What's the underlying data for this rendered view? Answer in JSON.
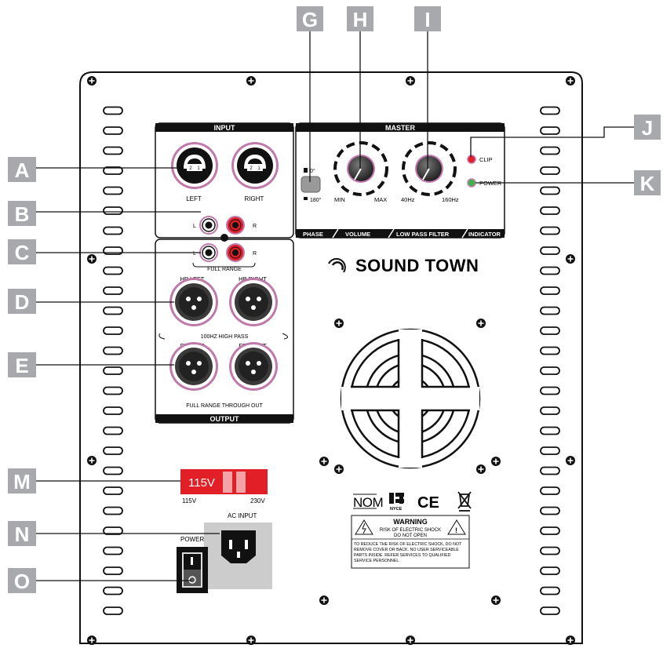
{
  "callouts": {
    "A": "A",
    "B": "B",
    "C": "C",
    "D": "D",
    "E": "E",
    "G": "G",
    "H": "H",
    "I": "I",
    "J": "J",
    "K": "K",
    "M": "M",
    "N": "N",
    "O": "O"
  },
  "input_section": {
    "title": "INPUT",
    "left_label": "LEFT",
    "right_label": "RIGHT",
    "rca_l": "L",
    "rca_r": "R"
  },
  "output_section": {
    "title": "OUTPUT",
    "rca_l": "L",
    "rca_r": "R",
    "full_range": "FULL RANGE",
    "hp_left": "HP LEFT",
    "hp_right": "HP RIGHT",
    "high_pass": "100HZ HIGH PASS",
    "fr_left": "FR LEFT",
    "fr_right": "FR RIGHT",
    "through_out": "FULL RANGE THROUGH OUT"
  },
  "master_section": {
    "title": "MASTER",
    "phase_0": "0°",
    "phase_180": "180°",
    "vol_min": "MIN",
    "vol_max": "MAX",
    "lpf_low": "40Hz",
    "lpf_high": "160Hz",
    "clip": "CLIP",
    "power": "POWER",
    "footer_phase": "PHASE",
    "footer_volume": "VOLUME",
    "footer_lpf": "LOW PASS FILTER",
    "footer_indicator": "INDICATOR"
  },
  "brand": "SOUND TOWN",
  "voltage": {
    "display": "115V",
    "left": "115V",
    "right": "230V"
  },
  "ac_input": "AC INPUT",
  "power_label": "POWER",
  "cert": {
    "nom": "NOM",
    "nyce": "NYCE",
    "ce": "CE"
  },
  "warning": {
    "title": "WARNING",
    "line1": "RISK OF ELECTRIC SHOCK",
    "line2": "DO NOT OPEN",
    "body1": "TO REDUCE THE RISK OF ELECTRIC SHOCK, DO NOT",
    "body2": "REMOVE COVER OR BACK. NO USER SERVICEABLE",
    "body3": "PARTS INSIDE. REFER SERVICES TO QUALIFIED",
    "body4": "SERVICE PERSONNEL."
  },
  "colors": {
    "callout_bg": "#a7a9ac",
    "red": "#e21f26",
    "knob_ring": "#c47ab0",
    "xlr_ring": "#c07aaa"
  }
}
